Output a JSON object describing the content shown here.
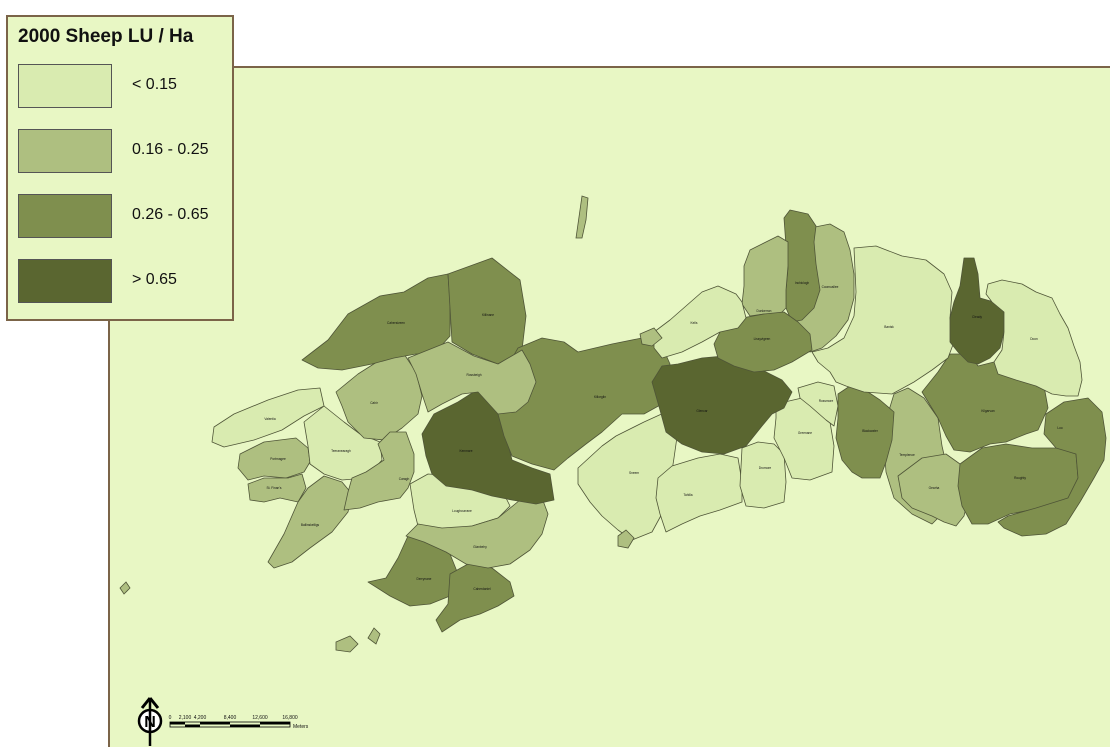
{
  "legend": {
    "title": "2000 Sheep LU / Ha",
    "classes": [
      {
        "label": "< 0.15",
        "color": "#d9ebb0"
      },
      {
        "label": "0.16 - 0.25",
        "color": "#aebf80"
      },
      {
        "label": "0.26 - 0.65",
        "color": "#7f8f4e"
      },
      {
        "label": "> 0.65",
        "color": "#5a6630"
      }
    ]
  },
  "map": {
    "background_color": "#e8f7c4",
    "border_color": "#7b6448",
    "region_outline_color": "#4f5537",
    "regions": [
      {
        "name": "Valentia",
        "class": 0
      },
      {
        "name": "Portmagee",
        "class": 1
      },
      {
        "name": "St. Finan's",
        "class": 1
      },
      {
        "name": "Ballinskelligs",
        "class": 1
      },
      {
        "name": "Teeranearagh",
        "class": 0
      },
      {
        "name": "Cahir",
        "class": 1
      },
      {
        "name": "Cahersiveen",
        "class": 2
      },
      {
        "name": "Killinane",
        "class": 2
      },
      {
        "name": "Derrynane",
        "class": 2
      },
      {
        "name": "Caherdaniel",
        "class": 2
      },
      {
        "name": "Loughcurrane",
        "class": 0
      },
      {
        "name": "Glanbehy",
        "class": 1
      },
      {
        "name": "Caragh",
        "class": 1
      },
      {
        "name": "Kenmare",
        "class": 3
      },
      {
        "name": "Sneem",
        "class": 0
      },
      {
        "name": "Tahilla",
        "class": 0
      },
      {
        "name": "Dromore",
        "class": 0
      },
      {
        "name": "Greenane",
        "class": 0
      },
      {
        "name": "Rossmore",
        "class": 0
      },
      {
        "name": "Templenoe",
        "class": 1
      },
      {
        "name": "Blackwater",
        "class": 2
      },
      {
        "name": "Killorglin",
        "class": 2
      },
      {
        "name": "Rossbeigh",
        "class": 1
      },
      {
        "name": "Glencar",
        "class": 3
      },
      {
        "name": "Kilgarvan",
        "class": 2
      },
      {
        "name": "Gearha",
        "class": 1
      },
      {
        "name": "Roughty",
        "class": 2
      },
      {
        "name": "Loo",
        "class": 2
      },
      {
        "name": "Banisk",
        "class": 0
      },
      {
        "name": "Coomcallee",
        "class": 1
      },
      {
        "name": "Inchiclogh",
        "class": 2
      },
      {
        "name": "Dunkerron",
        "class": 1
      },
      {
        "name": "Lissyvigeen",
        "class": 2
      },
      {
        "name": "Cleady",
        "class": 3
      },
      {
        "name": "Doon",
        "class": 0
      },
      {
        "name": "Kells",
        "class": 0
      }
    ]
  },
  "scale_bar": {
    "ticks": [
      "0",
      "2,100",
      "4,200",
      "8,400",
      "12,600",
      "16,800"
    ],
    "unit": "Meters"
  },
  "north_arrow": {
    "letter": "N"
  }
}
